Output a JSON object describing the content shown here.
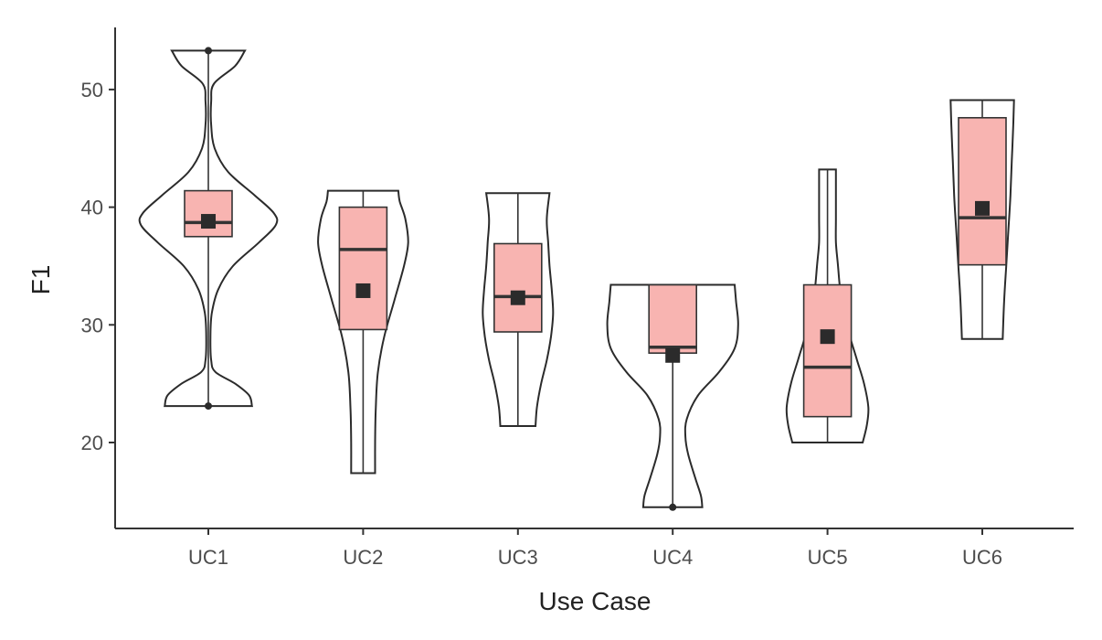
{
  "chart_data": {
    "type": "violin",
    "xlabel": "Use Case",
    "ylabel": "F1",
    "categories": [
      "UC1",
      "UC2",
      "UC3",
      "UC4",
      "UC5",
      "UC6"
    ],
    "yticks": [
      20,
      30,
      40,
      50
    ],
    "ylim": [
      12.6,
      55.2
    ],
    "grid": false,
    "colors": {
      "box_fill": "#f8b4b1",
      "stroke": "#333333"
    },
    "groups": [
      {
        "category": "UC1",
        "min": 23.1,
        "q1": 37.5,
        "median": 38.7,
        "q3": 41.4,
        "max": 53.3,
        "mean": 38.8,
        "outliers": [
          23.1,
          53.3
        ],
        "density": [
          [
            23.1,
            0.62
          ],
          [
            24,
            0.58
          ],
          [
            25,
            0.38
          ],
          [
            26,
            0.1
          ],
          [
            27,
            0.04
          ],
          [
            29,
            0.03
          ],
          [
            31,
            0.05
          ],
          [
            33,
            0.14
          ],
          [
            35,
            0.35
          ],
          [
            37,
            0.72
          ],
          [
            38.5,
            0.96
          ],
          [
            39.5,
            0.93
          ],
          [
            41,
            0.66
          ],
          [
            43,
            0.28
          ],
          [
            45,
            0.09
          ],
          [
            47,
            0.04
          ],
          [
            49,
            0.04
          ],
          [
            50.5,
            0.08
          ],
          [
            52,
            0.38
          ],
          [
            53.3,
            0.52
          ]
        ]
      },
      {
        "category": "UC2",
        "min": 17.4,
        "q1": 29.6,
        "median": 36.4,
        "q3": 40.0,
        "max": 41.4,
        "mean": 32.9,
        "outliers": [],
        "density": [
          [
            17.4,
            0.17
          ],
          [
            20,
            0.17
          ],
          [
            23,
            0.18
          ],
          [
            26,
            0.21
          ],
          [
            29,
            0.3
          ],
          [
            32,
            0.44
          ],
          [
            35,
            0.58
          ],
          [
            37,
            0.64
          ],
          [
            39,
            0.6
          ],
          [
            40.5,
            0.52
          ],
          [
            41.4,
            0.5
          ]
        ]
      },
      {
        "category": "UC3",
        "min": 21.4,
        "q1": 29.4,
        "median": 32.4,
        "q3": 36.9,
        "max": 41.2,
        "mean": 32.3,
        "outliers": [],
        "density": [
          [
            21.4,
            0.25
          ],
          [
            23,
            0.27
          ],
          [
            25,
            0.33
          ],
          [
            27,
            0.41
          ],
          [
            29,
            0.47
          ],
          [
            31,
            0.5
          ],
          [
            33,
            0.48
          ],
          [
            35,
            0.45
          ],
          [
            37,
            0.43
          ],
          [
            39,
            0.41
          ],
          [
            41.2,
            0.45
          ]
        ]
      },
      {
        "category": "UC4",
        "min": 14.5,
        "q1": 27.6,
        "median": 28.1,
        "q3": 33.4,
        "max": 33.4,
        "mean": 27.4,
        "outliers": [
          14.5
        ],
        "density": [
          [
            14.5,
            0.42
          ],
          [
            15.5,
            0.4
          ],
          [
            17,
            0.32
          ],
          [
            19,
            0.22
          ],
          [
            20.5,
            0.18
          ],
          [
            22,
            0.2
          ],
          [
            24,
            0.36
          ],
          [
            26,
            0.66
          ],
          [
            28,
            0.88
          ],
          [
            30,
            0.93
          ],
          [
            32,
            0.9
          ],
          [
            33.4,
            0.88
          ]
        ]
      },
      {
        "category": "UC5",
        "min": 20.0,
        "q1": 22.2,
        "median": 26.4,
        "q3": 33.4,
        "max": 43.2,
        "mean": 29.0,
        "outliers": [],
        "density": [
          [
            20,
            0.5
          ],
          [
            21.5,
            0.56
          ],
          [
            23,
            0.58
          ],
          [
            25,
            0.52
          ],
          [
            27,
            0.42
          ],
          [
            29,
            0.32
          ],
          [
            31,
            0.24
          ],
          [
            33,
            0.18
          ],
          [
            35,
            0.15
          ],
          [
            37,
            0.12
          ],
          [
            39,
            0.12
          ],
          [
            41,
            0.12
          ],
          [
            43.2,
            0.12
          ]
        ]
      },
      {
        "category": "UC6",
        "min": 28.8,
        "q1": 35.1,
        "median": 39.1,
        "q3": 47.6,
        "max": 49.1,
        "mean": 39.9,
        "outliers": [],
        "density": [
          [
            28.8,
            0.29
          ],
          [
            32,
            0.31
          ],
          [
            35,
            0.34
          ],
          [
            38,
            0.37
          ],
          [
            41,
            0.4
          ],
          [
            44,
            0.42
          ],
          [
            47,
            0.44
          ],
          [
            49.1,
            0.45
          ]
        ]
      }
    ]
  }
}
